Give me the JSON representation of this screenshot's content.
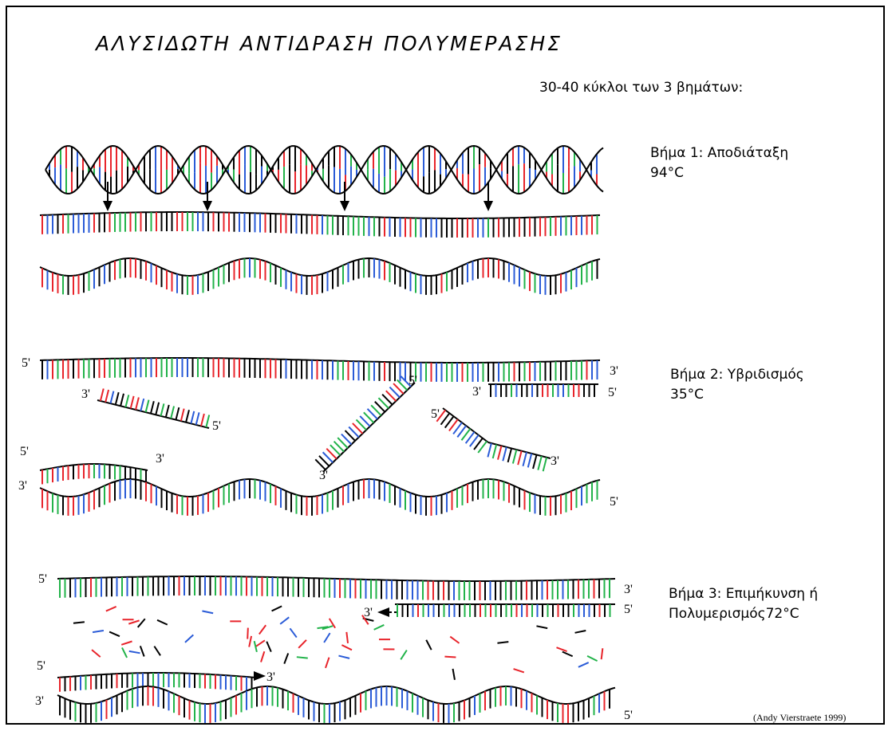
{
  "title": "ΑΛΥΣΙΔΩΤΗ ΑΝΤΙΔΡΑΣΗ ΠΟΛΥΜΕΡΑΣΗΣ",
  "subtitle": "30-40 κύκλοι των 3 βημάτων:",
  "steps": [
    {
      "line1": "Βήμα 1: Αποδιάταξη",
      "line2": "94°C"
    },
    {
      "line1": "Βήμα 2: Υβριδισμός",
      "line2": "35°C"
    },
    {
      "line1": "Βήμα 3: Επιμήκυνση ή",
      "line2": "Πολυμερισμός72°C"
    }
  ],
  "end_labels": {
    "five_prime": "5'",
    "three_prime": "3'"
  },
  "credit": "(Andy Vierstraete 1999)",
  "base_colors": [
    "#000000",
    "#e8242b",
    "#2a5bd7",
    "#22b34a"
  ]
}
